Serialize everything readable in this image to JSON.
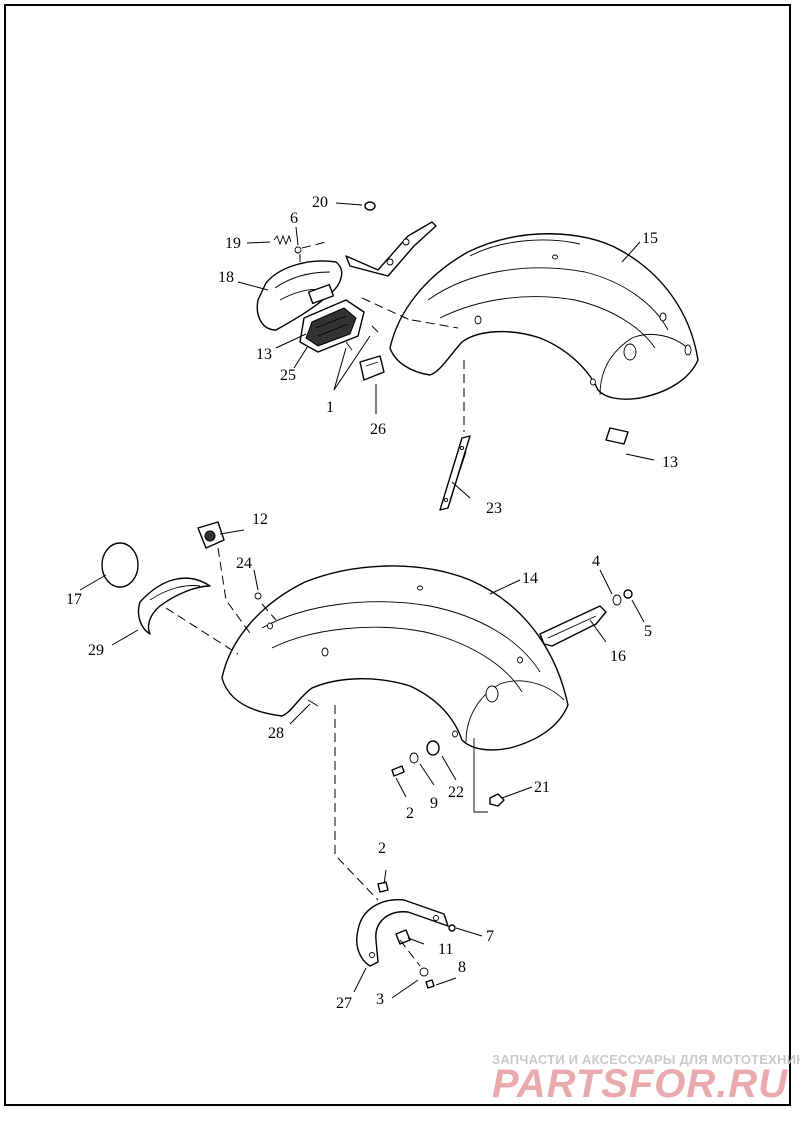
{
  "diagram": {
    "callouts": {
      "c1": "1",
      "c2a": "2",
      "c2b": "2",
      "c3": "3",
      "c4": "4",
      "c5": "5",
      "c6": "6",
      "c7": "7",
      "c8": "8",
      "c9": "9",
      "c11": "11",
      "c12": "12",
      "c13a": "13",
      "c13b": "13",
      "c14": "14",
      "c15": "15",
      "c16": "16",
      "c17": "17",
      "c18": "18",
      "c19": "19",
      "c20": "20",
      "c21": "21",
      "c22": "22",
      "c23": "23",
      "c24": "24",
      "c25": "25",
      "c26": "26",
      "c27": "27",
      "c28": "28",
      "c29": "29"
    }
  },
  "watermark": {
    "tagline": "ЗАПЧАСТИ И АКСЕССУАРЫ ДЛЯ МОТОТЕХНИКИ",
    "logo": "PARTSFOR.RU"
  }
}
